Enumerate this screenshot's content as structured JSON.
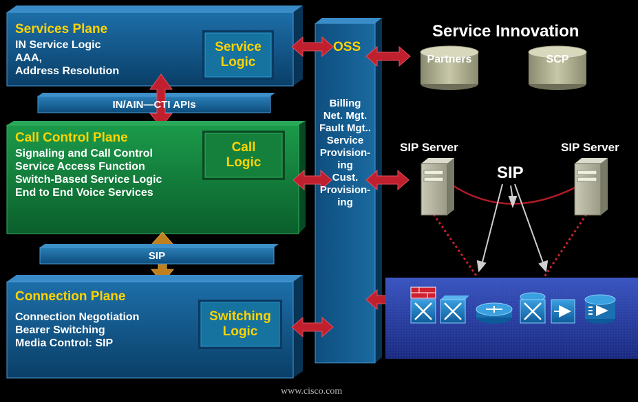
{
  "services_plane": {
    "title": "Services Plane",
    "line1": "IN Service Logic",
    "line2": "AAA,",
    "line3": "Address Resolution",
    "logic_line1": "Service",
    "logic_line2": "Logic"
  },
  "in_ain_bar": "IN/AIN—CTI APIs",
  "call_control_plane": {
    "title": "Call Control Plane",
    "line1": "Signaling and Call Control",
    "line2": "Service Access Function",
    "line3": "Switch-Based Service Logic",
    "line4": "End to End Voice Services",
    "logic_line1": "Call",
    "logic_line2": "Logic"
  },
  "sip_bar": "SIP",
  "connection_plane": {
    "title": "Connection Plane",
    "line1": "Connection Negotiation",
    "line2": "Bearer Switching",
    "line3": "Media Control: SIP",
    "logic_line1": "Switching",
    "logic_line2": "Logic"
  },
  "oss": {
    "label": "OSS",
    "lines": [
      "Billing",
      "Net. Mgt.",
      "Fault Mgt..",
      "Service",
      "Provision-",
      "ing",
      "Cust.",
      "Provision-",
      "ing"
    ]
  },
  "service_innovation": {
    "title": "Service Innovation",
    "partners": "Partners",
    "scp": "SCP"
  },
  "sip_network": {
    "server_left": "SIP Server",
    "server_right": "SIP Server",
    "sip_label": "SIP"
  },
  "footer": "www.cisco.com",
  "colors": {
    "plane_title": "#ffd400",
    "blue_plane": "#0d4f80",
    "green_plane": "#0e7a3a",
    "arrow_red": "#b8202a",
    "network_bg": "#2a3fa8"
  }
}
